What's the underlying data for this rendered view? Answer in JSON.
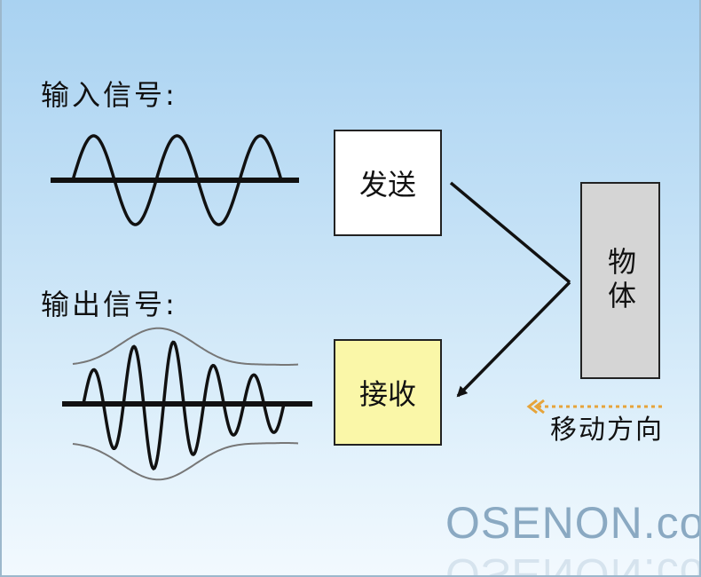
{
  "labels": {
    "input_signal": "输入信号:",
    "output_signal": "输出信号:",
    "send": "发送",
    "receive": "接收",
    "object": "物体",
    "moving_direction": "移动方向"
  },
  "watermark": "OSENON.com",
  "colors": {
    "background_top": "#a9d2f1",
    "background_bottom": "#f2f9fe",
    "send_box": "#ffffff",
    "receive_box": "#faf7a8",
    "object_box": "#d5d5d5",
    "direction_arrow": "#e6a43a",
    "watermark": "#8aa9c2"
  }
}
